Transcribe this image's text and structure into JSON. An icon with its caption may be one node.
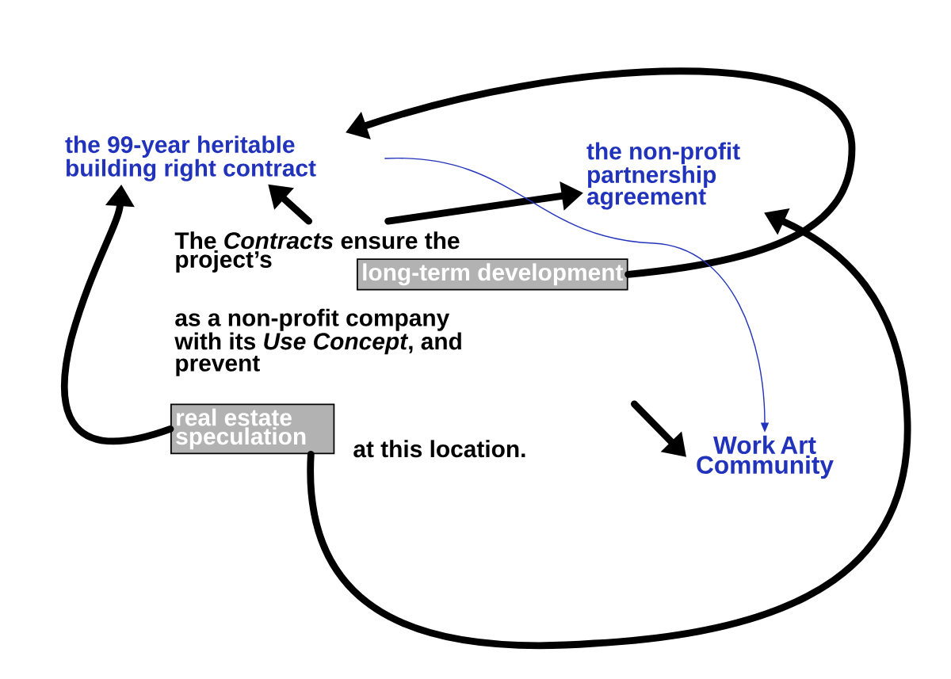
{
  "diagram": {
    "nodes": [
      {
        "text": [
          "the 99-year heritable building right contract"
        ]
      },
      {
        "text": [
          "the non-profit partnership agreement"
        ]
      },
      {
        "text": [
          "The *Contracts* ensure the project’s",
          "as a non-profit company with its *Use Concept*, and prevent",
          "at this location."
        ]
      },
      {
        "text": [
          "long-term development"
        ],
        "in": 2
      },
      {
        "text": [
          "real estate speculation"
        ],
        "in": 2
      },
      {
        "text": [
          "Work Art Community"
        ]
      }
    ],
    "edges": [
      {
        "from": 2,
        "to": 0,
        "arrow": "to"
      },
      {
        "from": 2,
        "to": 1,
        "arrow": "to"
      },
      {
        "from": 3,
        "to": 0,
        "arrow": "to"
      },
      {
        "from": 2,
        "to": 5,
        "arrow": "to"
      },
      {
        "from": 4,
        "to": 0,
        "arrow": "to"
      },
      {
        "from": 4,
        "to": 1,
        "arrow": "to"
      },
      {
        "from": 0,
        "to": 5,
        "arrow": "to",
        "color": "#2233bb"
      }
    ]
  }
}
